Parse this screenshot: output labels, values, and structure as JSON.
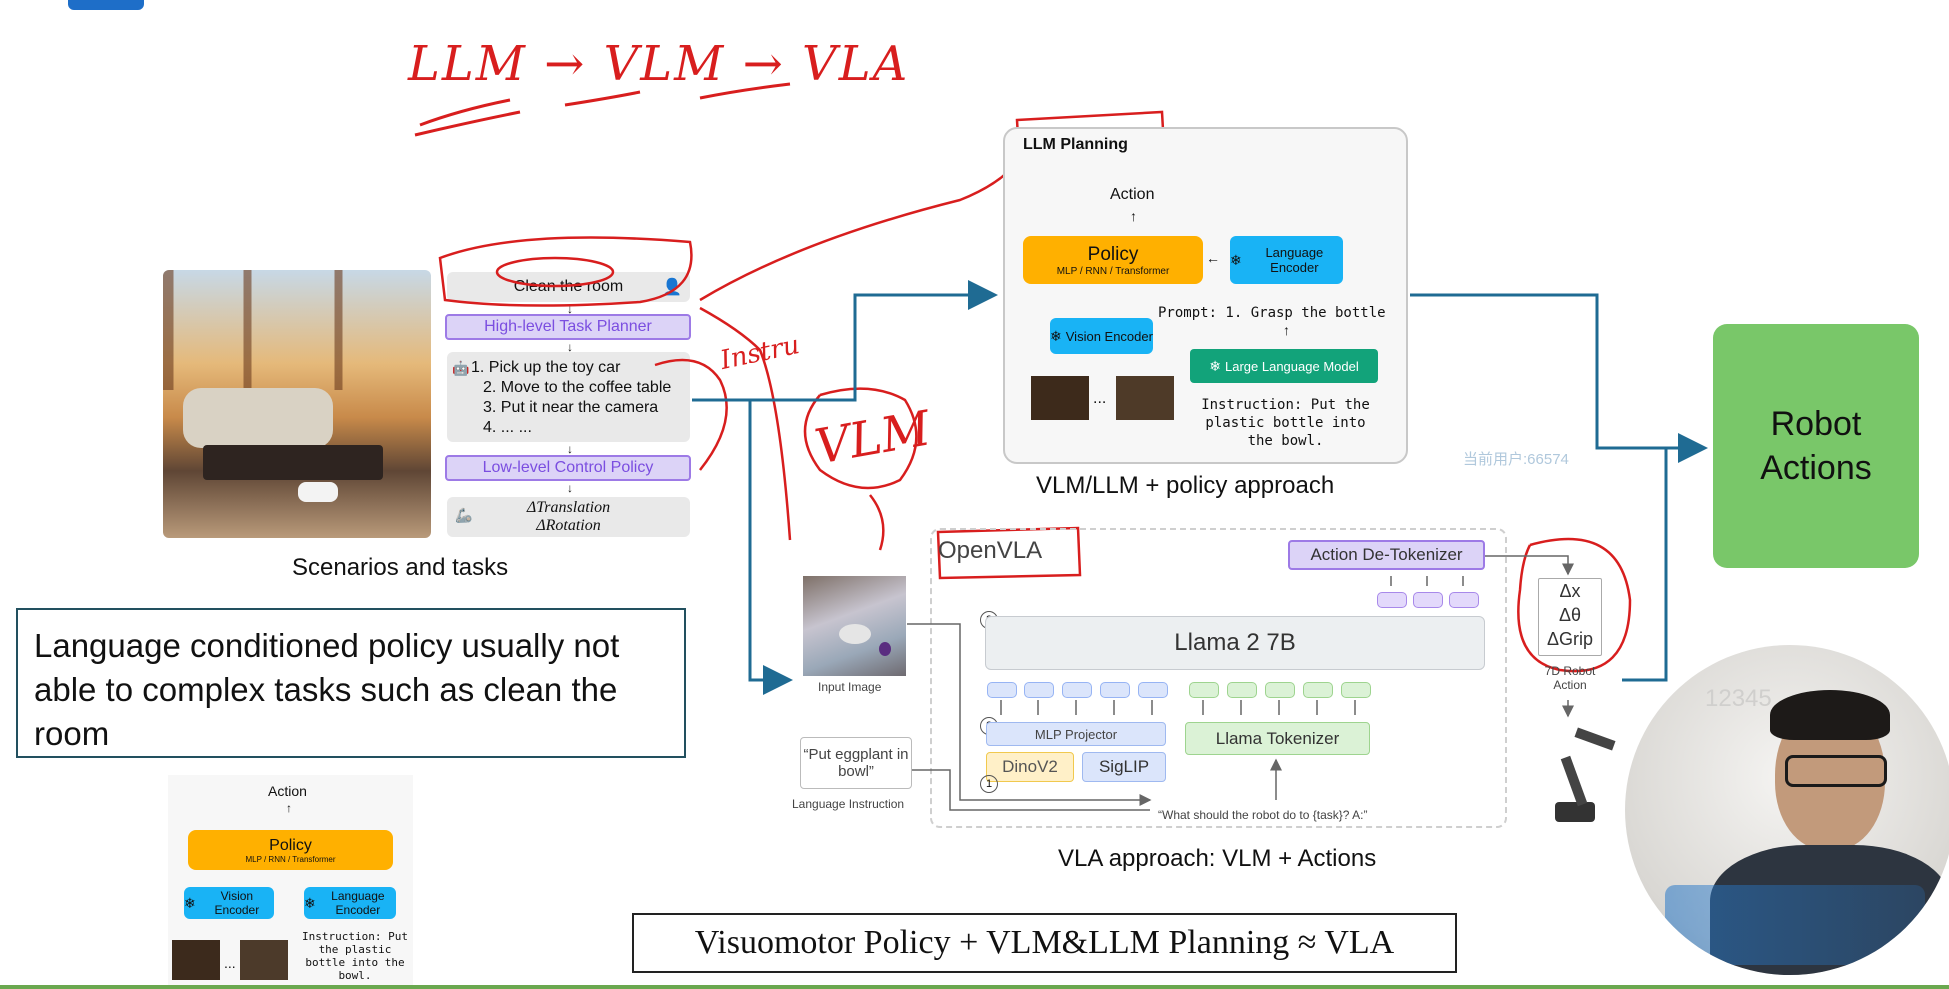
{
  "header": {
    "handwritten_title": "LLM → VLM → VLA"
  },
  "scenario": {
    "user_task": "Clean the room",
    "high_level_planner": "High-level Task Planner",
    "plan_steps": [
      "1. Pick up the toy car",
      "2. Move to the coffee table",
      "3. Put it near the camera",
      "4. ... ..."
    ],
    "low_level_policy": "Low-level Control Policy",
    "outputs": [
      "ΔTranslation",
      "ΔRotation"
    ],
    "caption": "Scenarios and tasks",
    "annotation_instru": "Instru"
  },
  "note": {
    "text": "Language conditioned policy usually not able to complex tasks such as clean the room"
  },
  "small_diagram": {
    "action": "Action",
    "policy": "Policy",
    "policy_sub": "MLP / RNN / Transformer",
    "vision_encoder": "Vision Encoder",
    "language_encoder": "Language Encoder",
    "instruction": "Instruction: Put the plastic bottle into the bowl.",
    "ellipsis": "..."
  },
  "llm_planning": {
    "title": "LLM Planning",
    "action": "Action",
    "policy": "Policy",
    "policy_sub": "MLP / RNN / Transformer",
    "language_encoder": "Language Encoder",
    "prompt": "Prompt: 1. Grasp the bottle",
    "vision_encoder": "Vision Encoder",
    "llm": "Large Language Model",
    "instruction": "Instruction: Put the plastic bottle into the bowl.",
    "ellipsis": "...",
    "caption": "VLM/LLM + policy approach"
  },
  "annotation_vlm": "VLM",
  "watermark": "当前用户:66574",
  "openvla": {
    "title": "OpenVLA",
    "detokenizer": "Action De-Tokenizer",
    "llama": "Llama 2 7B",
    "mlp_projector": "MLP Projector",
    "dinov2": "DinoV2",
    "siglip": "SigLIP",
    "llama_tokenizer": "Llama Tokenizer",
    "input_image_label": "Input Image",
    "language_instruction_text": "“Put eggplant in bowl”",
    "language_instruction_label": "Language Instruction",
    "query": "“What should the robot do to {task}? A:”",
    "step_numbers": [
      "1",
      "2",
      "3"
    ],
    "outputs": [
      "Δx",
      "Δθ",
      "ΔGrip"
    ],
    "robot_action_label": "7D Robot Action",
    "caption": "VLA approach: VLM + Actions"
  },
  "robot_actions": {
    "label": "Robot Actions"
  },
  "bottom_formula": "Visuomotor Policy + VLM&LLM Planning ≈ VLA",
  "webcam_overlay": {
    "text": "12345"
  },
  "colors": {
    "orange": "#ffb000",
    "blue": "#19b3f5",
    "teal": "#12a37a",
    "green_box": "#79c769",
    "purple": "#9d7ae6",
    "annotation_red": "#d81e1e",
    "arrow_blue": "#1f6b93"
  }
}
